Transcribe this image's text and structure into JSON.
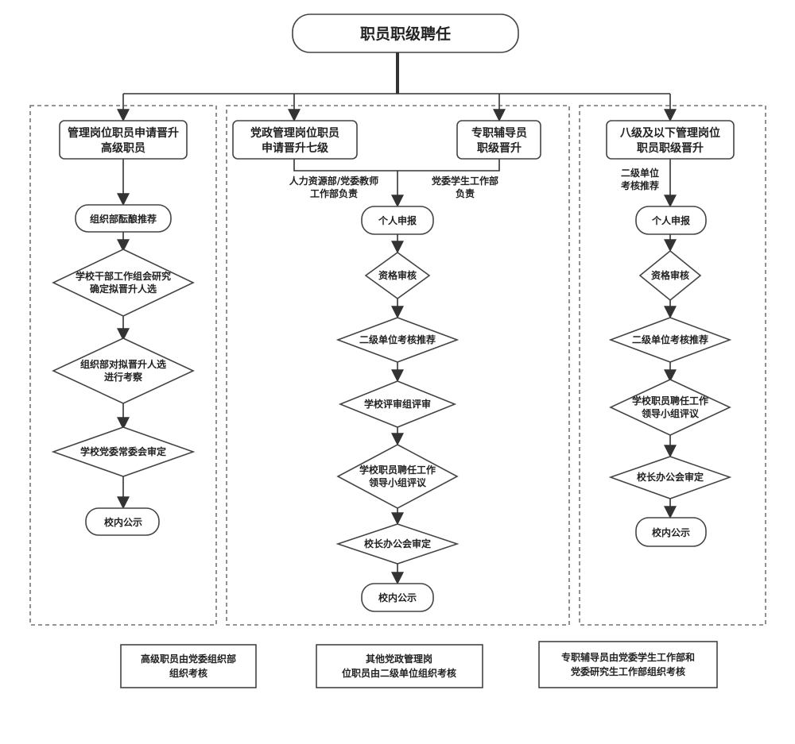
{
  "title": "职员职级聘任",
  "left": {
    "head": [
      "管理岗位职员申请晋升",
      "高级职员"
    ],
    "s1": "组织部酝酿推荐",
    "s2": [
      "学校干部工作组会研究",
      "确定拟晋升人选"
    ],
    "s3": [
      "组织部对拟晋升人选",
      "进行考察"
    ],
    "s4": "学校党委常委会审定",
    "s5": "校内公示"
  },
  "mid": {
    "head1": [
      "党政管理岗位职员",
      "申请晋升七级"
    ],
    "head2": [
      "专职辅导员",
      "职级晋升"
    ],
    "note1": [
      "人力资源部/党委教师",
      "工作部负责"
    ],
    "note2": [
      "党委学生工作部",
      "负责"
    ],
    "s1": "个人申报",
    "s2": "资格审核",
    "s3": "二级单位考核推荐",
    "s4": "学校评审组评审",
    "s5": [
      "学校职员聘任工作",
      "领导小组评议"
    ],
    "s6": "校长办公会审定",
    "s7": "校内公示"
  },
  "right": {
    "head": [
      "八级及以下管理岗位",
      "职员职级晋升"
    ],
    "note": [
      "二级单位",
      "考核推荐"
    ],
    "s1": "个人申报",
    "s2": "资格审核",
    "s3": "二级单位考核推荐",
    "s4": [
      "学校职员聘任工作",
      "领导小组评议"
    ],
    "s5": "校长办公会审定",
    "s6": "校内公示"
  },
  "footer": [
    [
      "高级职员由党委组织部",
      "组织考核"
    ],
    [
      "其他党政管理岗",
      "位职员由二级单位组织考核"
    ],
    [
      "专职辅导员由党委学生工作部和",
      "党委研究生工作部组织考核"
    ]
  ]
}
